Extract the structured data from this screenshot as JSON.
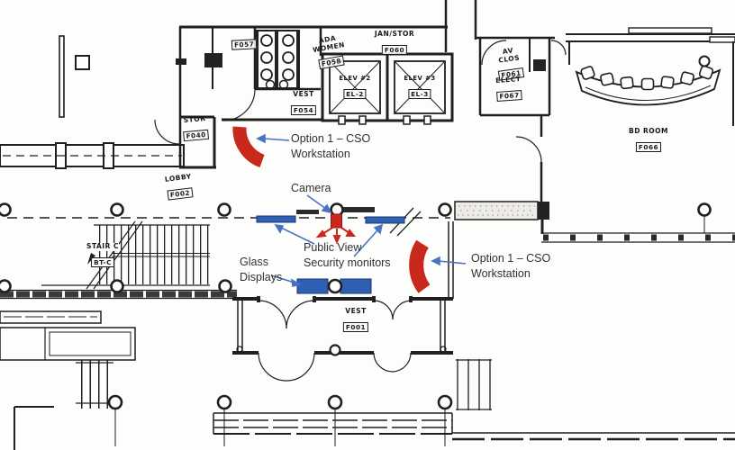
{
  "drawing": {
    "type": "floor-plan",
    "description": "Lobby level security plan with CSO workstation options"
  },
  "colors": {
    "ink_black": "#1f1f1f",
    "workstation_red": "#c9281c",
    "monitor_blue": "#2e5fb3",
    "annotation_arrow_blue": "#4a72c4"
  },
  "rooms": {
    "f057": {
      "number": "F057"
    },
    "ada_women": {
      "name1": "ADA",
      "name2": "WOMEN",
      "number": "F058"
    },
    "jan_stor": {
      "name": "JAN/STOR",
      "number": "F060"
    },
    "vest_f054": {
      "name": "VEST",
      "number": "F054"
    },
    "elev2": {
      "name": "ELEV #2",
      "number": "EL-2"
    },
    "elev3": {
      "name": "ELEV #3",
      "number": "EL-3"
    },
    "av_clos": {
      "name1": "AV",
      "name2": "CLOS",
      "number": "F061"
    },
    "elect": {
      "name": "ELECT",
      "number": "F067"
    },
    "bd_room": {
      "name": "BD ROOM",
      "number": "F066"
    },
    "stor": {
      "name": "STOR",
      "number": "F040"
    },
    "lobby": {
      "name": "LOBBY",
      "number": "F002"
    },
    "stair_c": {
      "name": "STAIR C",
      "number": "BT-C"
    },
    "vest_f001": {
      "name": "VEST",
      "number": "F001"
    }
  },
  "annotations": {
    "cso1_line1": "Option 1 – CSO",
    "cso1_line2": "Workstation",
    "camera": "Camera",
    "public_view_line1": "Public View",
    "public_view_line2": "Security monitors",
    "glass_line1": "Glass",
    "glass_line2": "Displays",
    "cso2_line1": "Option 1 – CSO",
    "cso2_line2": "Workstation"
  }
}
